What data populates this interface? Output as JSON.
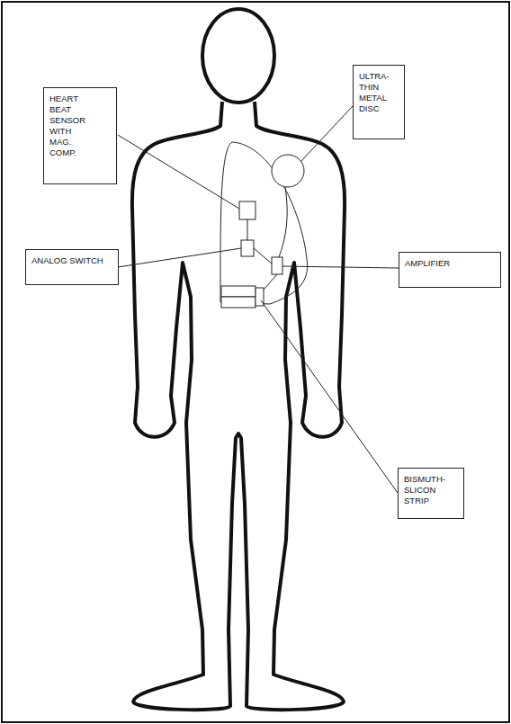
{
  "diagram": {
    "nodes": [
      {
        "text": [
          "HEART BEAT SENSOR WITH MAG. COMP."
        ]
      },
      {
        "text": [
          "ULTRA-THIN METAL DISC"
        ]
      },
      {
        "text": [
          "ANALOG SWITCH"
        ]
      },
      {
        "text": [
          "AMPLIFIER"
        ]
      },
      {
        "text": [
          "BISMUTH-SLICON STRIP"
        ]
      }
    ]
  }
}
